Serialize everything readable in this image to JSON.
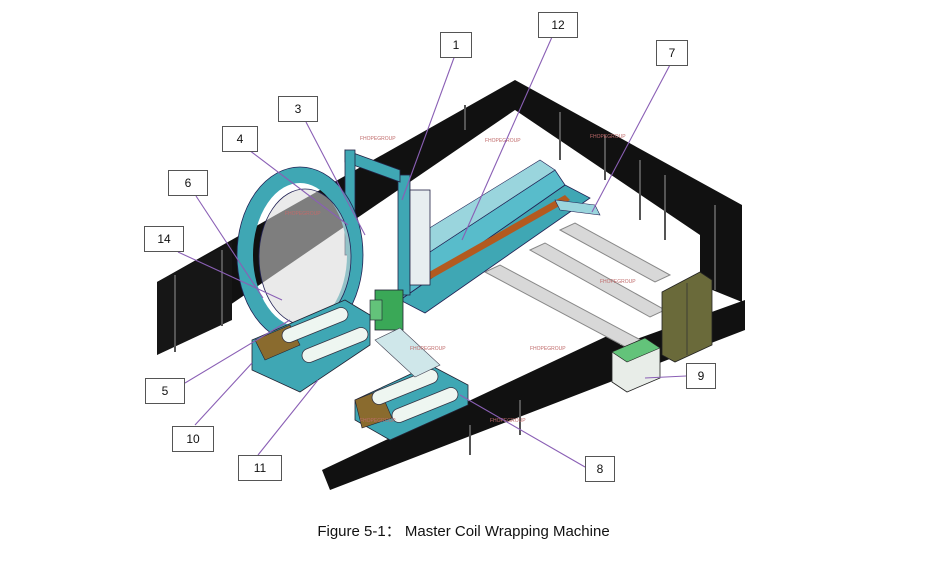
{
  "caption": "Figure 5-1： Master Coil Wrapping Machine",
  "callouts": [
    {
      "id": "1",
      "label": "1"
    },
    {
      "id": "12",
      "label": "12"
    },
    {
      "id": "7",
      "label": "7"
    },
    {
      "id": "3",
      "label": "3"
    },
    {
      "id": "4",
      "label": "4"
    },
    {
      "id": "6",
      "label": "6"
    },
    {
      "id": "14",
      "label": "14"
    },
    {
      "id": "5",
      "label": "5"
    },
    {
      "id": "10",
      "label": "10"
    },
    {
      "id": "11",
      "label": "11"
    },
    {
      "id": "9",
      "label": "9"
    },
    {
      "id": "8",
      "label": "8"
    }
  ],
  "watermark_text": "FHOPEGROUP",
  "colors": {
    "fence": "#111111",
    "frame": "#3fa7b4",
    "frame_dark": "#2b7f8a",
    "roller": "#e9f3ee",
    "rail_orange": "#b35a1f",
    "control_green": "#63c37a",
    "cabinet": "#6a6a3a",
    "leader": "#8a5fb5"
  }
}
